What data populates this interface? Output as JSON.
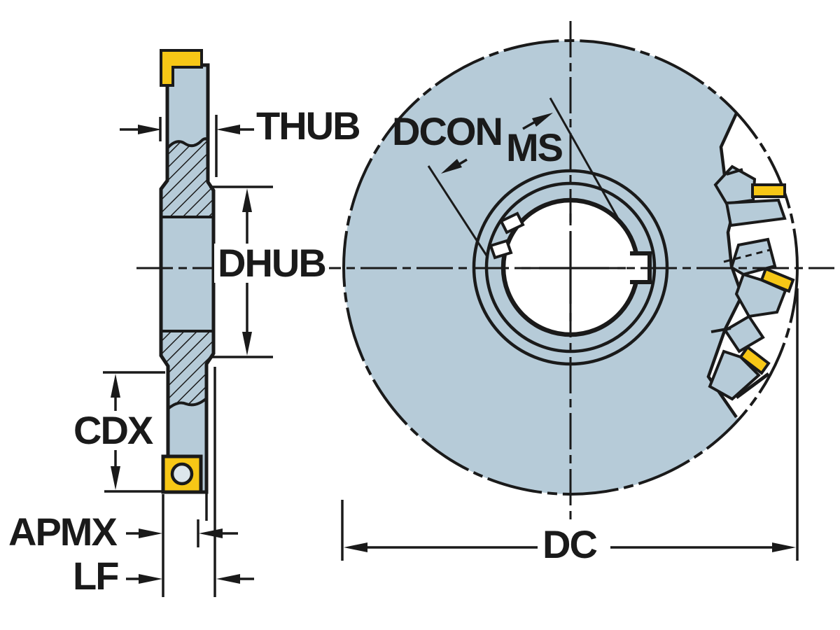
{
  "labels": {
    "thub": "THUB",
    "dhub": "DHUB",
    "cdx": "CDX",
    "apmx": "APMX",
    "lf": "LF",
    "dcon": "DCON",
    "ms": "MS",
    "dc": "DC"
  },
  "colors": {
    "cutter_body_fill": "#b6cbd8",
    "insert_fill": "#f7c716",
    "line": "#1a1a1a",
    "background": "#ffffff"
  }
}
